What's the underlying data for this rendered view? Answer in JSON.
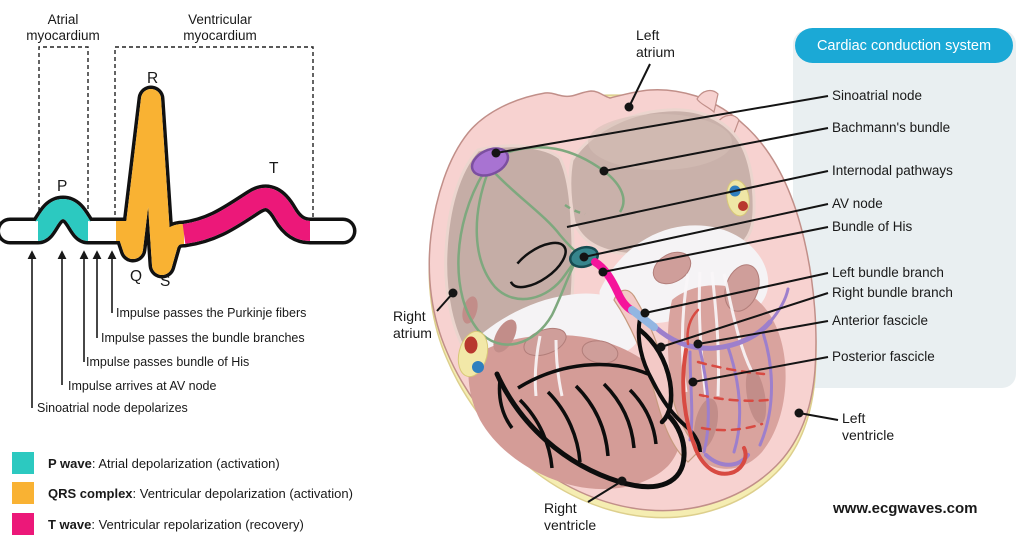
{
  "ecg_panel": {
    "region_labels": {
      "atrial": "Atrial\nmyocardium",
      "ventricular": "Ventricular\nmyocardium"
    },
    "wave_labels": {
      "p": "P",
      "q": "Q",
      "r": "R",
      "s": "S",
      "t": "T"
    },
    "event_annotations": [
      "Sinoatrial node depolarizes",
      "Impulse arrives at AV node",
      "Impulse passes bundle of His",
      "Impulse passes the bundle branches",
      "Impulse passes the Purkinje fibers"
    ],
    "legend": [
      {
        "term": "P wave",
        "description": ": Atrial depolarization (activation)",
        "color": "#2cc9c0"
      },
      {
        "term": "QRS complex",
        "description": ": Ventricular depolarization (activation)",
        "color": "#f9b233"
      },
      {
        "term": "T wave",
        "description": ": Ventricular repolarization (recovery)",
        "color": "#ec1879"
      }
    ]
  },
  "heart_panel": {
    "title_button": "Cardiac conduction system",
    "structure_labels": [
      "Sinoatrial node",
      "Bachmann's bundle",
      "Internodal pathways",
      "AV node",
      "Bundle of His",
      "Left bundle branch",
      "Right bundle branch",
      "Anterior fascicle",
      "Posterior fascicle"
    ],
    "chamber_labels": {
      "left_atrium": "Left\natrium",
      "right_atrium": "Right\natrium",
      "right_ventricle": "Right\nventricle",
      "left_ventricle": "Left\nventricle"
    },
    "website": "www.ecgwaves.com"
  },
  "colors": {
    "p_wave_teal": "#2cc9c0",
    "qrs_orange": "#f9b233",
    "t_wave_pink": "#ec1879",
    "title_button_bg": "#1ba9d6",
    "panel_bg": "#e9eff1",
    "sa_node_purple": "#a873d2",
    "av_node_teal": "#37858c",
    "bundle_of_his_magenta": "#f5149b",
    "bundle_branch_blue": "#92b6e2",
    "fascicle_purple": "#9d7fcc",
    "purkinje_red": "#d84a42",
    "internodal_green": "#7ea87e"
  }
}
